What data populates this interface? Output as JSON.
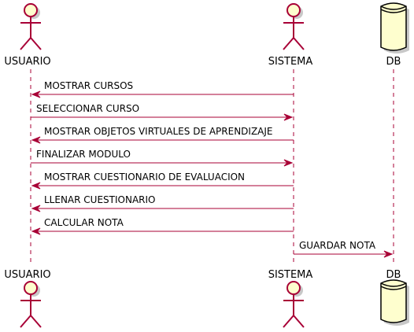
{
  "participants": [
    {
      "id": "usuario",
      "label": "USUARIO",
      "kind": "actor"
    },
    {
      "id": "sistema",
      "label": "SISTEMA",
      "kind": "actor"
    },
    {
      "id": "db",
      "label": "DB",
      "kind": "database"
    }
  ],
  "messages": [
    {
      "from": "sistema",
      "to": "usuario",
      "label": "MOSTRAR CURSOS"
    },
    {
      "from": "usuario",
      "to": "sistema",
      "label": "SELECCIONAR CURSO"
    },
    {
      "from": "sistema",
      "to": "usuario",
      "label": "MOSTRAR OBJETOS VIRTUALES DE APRENDIZAJE"
    },
    {
      "from": "usuario",
      "to": "sistema",
      "label": "FINALIZAR MODULO"
    },
    {
      "from": "sistema",
      "to": "usuario",
      "label": "MOSTRAR CUESTIONARIO DE EVALUACION"
    },
    {
      "from": "sistema",
      "to": "usuario",
      "label": "LLENAR CUESTIONARIO"
    },
    {
      "from": "sistema",
      "to": "usuario",
      "label": "CALCULAR NOTA"
    },
    {
      "from": "sistema",
      "to": "db",
      "label": "GUARDAR NOTA"
    }
  ],
  "colors": {
    "line": "#a80036",
    "participant_fill": "#fefece",
    "db_outline": "#000000",
    "background": "#ffffff"
  }
}
